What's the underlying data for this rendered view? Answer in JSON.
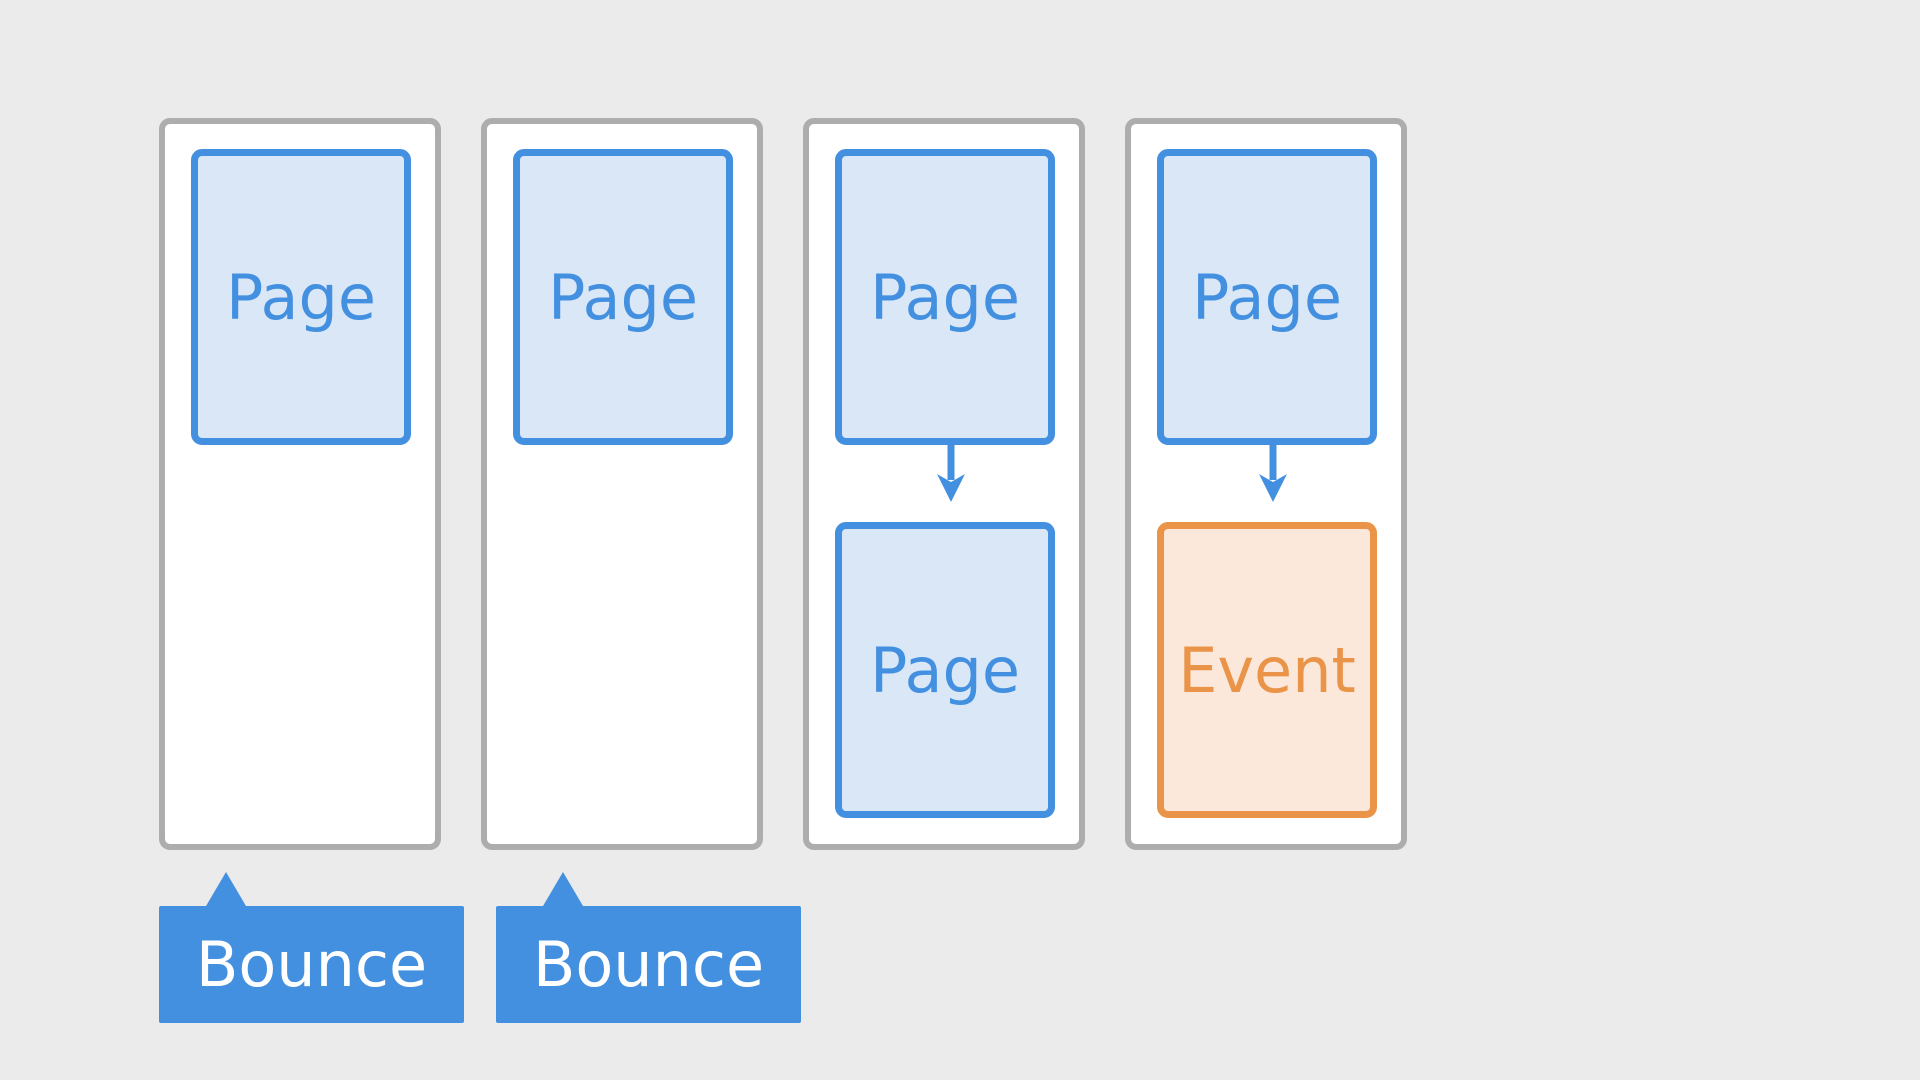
{
  "sessions": [
    {
      "top_card": "Page"
    },
    {
      "top_card": "Page"
    },
    {
      "top_card": "Page",
      "bottom_card": "Page"
    },
    {
      "top_card": "Page",
      "bottom_card": "Event"
    }
  ],
  "badges": [
    "Bounce",
    "Bounce"
  ],
  "colors": {
    "page_border": "#4490e0",
    "page_fill": "#d9e7f7",
    "event_border": "#ea9449",
    "event_fill": "#fbe8da",
    "session_border": "#adadad",
    "badge_fill": "#4490e0",
    "background": "#ebebeb"
  }
}
